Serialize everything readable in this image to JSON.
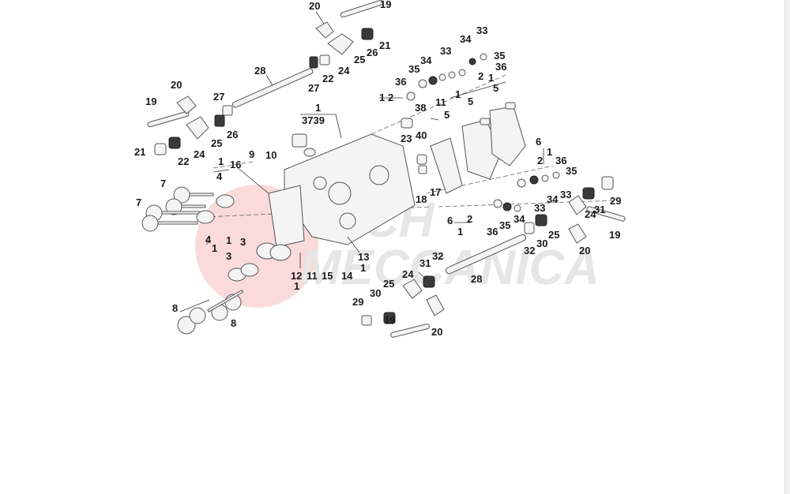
{
  "watermark": {
    "line1": "BICH",
    "line2": "MECCANICA",
    "brand_color": "#e8413f"
  },
  "callouts": [
    "20",
    "19",
    "21",
    "26",
    "25",
    "24",
    "22",
    "27",
    "28",
    "20",
    "19",
    "27",
    "26",
    "25",
    "24",
    "22",
    "21",
    "1",
    "3739",
    "2",
    "1",
    "33",
    "34",
    "35",
    "35",
    "36",
    "2",
    "1",
    "5",
    "36",
    "34",
    "33",
    "11",
    "1",
    "5",
    "38",
    "5",
    "9",
    "10",
    "16",
    "1",
    "4",
    "7",
    "7",
    "23",
    "40",
    "6",
    "1",
    "2",
    "36",
    "35",
    "33",
    "34",
    "29",
    "24",
    "31",
    "19",
    "17",
    "18",
    "6",
    "2",
    "1",
    "36",
    "35",
    "34",
    "33",
    "30",
    "25",
    "20",
    "32",
    "4",
    "1",
    "1",
    "3",
    "3",
    "12",
    "11",
    "15",
    "14",
    "13",
    "1",
    "1",
    "31",
    "32",
    "24",
    "25",
    "28",
    "29",
    "30",
    "19",
    "20",
    "8",
    "8"
  ]
}
